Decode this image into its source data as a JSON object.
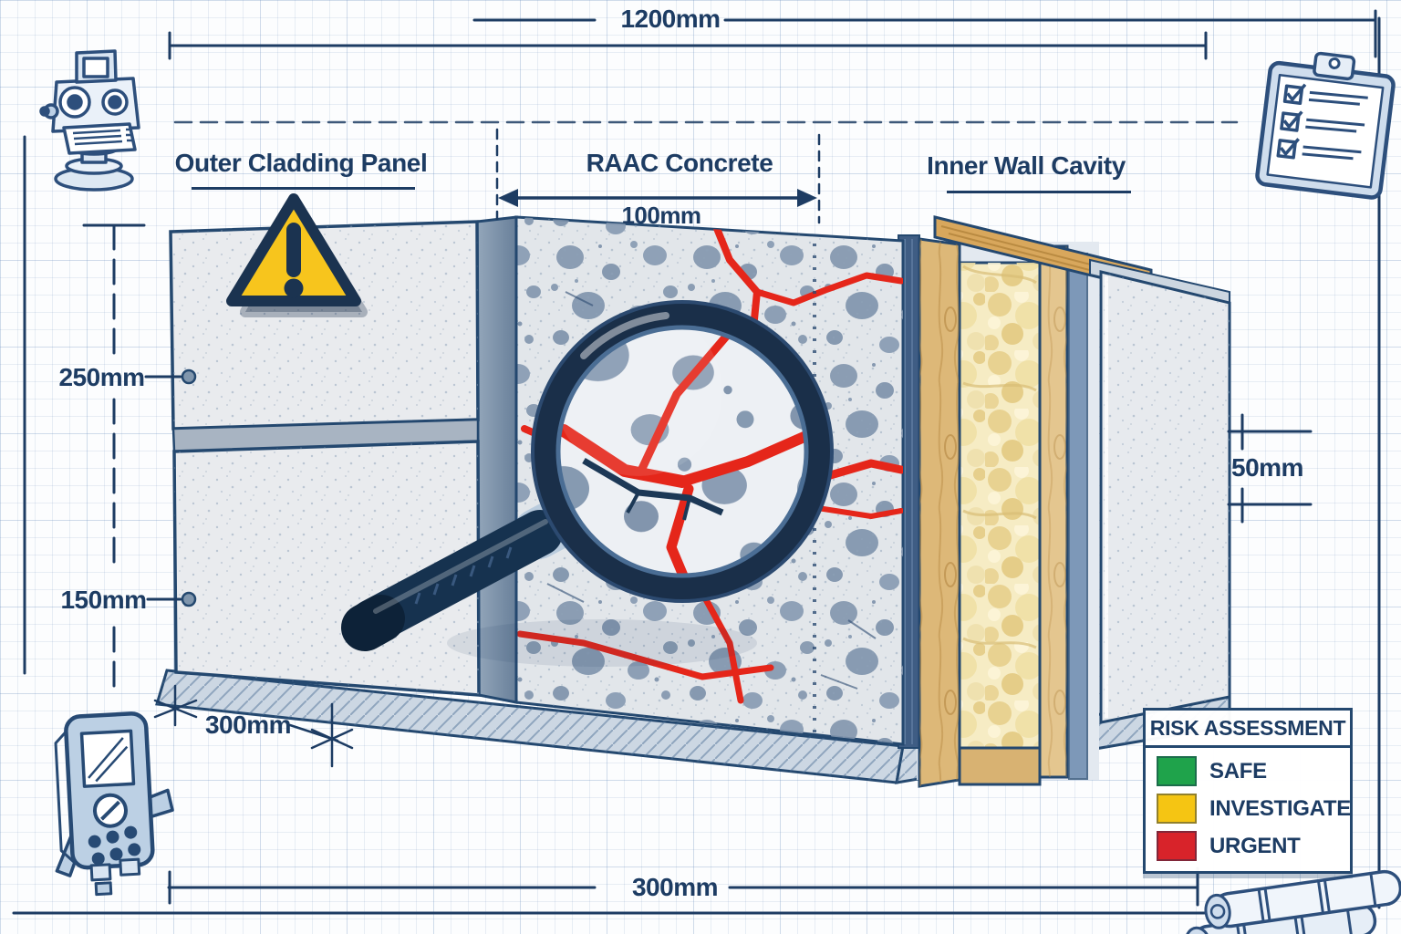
{
  "sections": {
    "outer_cladding": {
      "label": "Outer Cladding Panel"
    },
    "raac": {
      "label": "RAAC Concrete"
    },
    "inner_cavity": {
      "label": "Inner Wall Cavity"
    }
  },
  "dimensions": {
    "overall_width": "1200mm",
    "raac_thickness": "100mm",
    "panel_upper_height": "250mm",
    "panel_lower_height": "150mm",
    "cavity_gap": "50mm",
    "base_depth": "300mm",
    "bottom_width": "300mm"
  },
  "legend": {
    "title": "RISK ASSESSMENT",
    "items": [
      {
        "label": "SAFE",
        "color": "#1fa34b"
      },
      {
        "label": "INVESTIGATE",
        "color": "#f5c513"
      },
      {
        "label": "URGENT",
        "color": "#d8232a"
      }
    ]
  },
  "icons": {
    "warning": "warning-triangle-icon",
    "magnifier": "magnifying-glass-icon",
    "theodolite": "theodolite-sketch-icon",
    "clipboard": "clipboard-checklist-icon",
    "laser_measure": "laser-measure-icon",
    "drawing_rolls": "blueprint-rolls-icon"
  },
  "colors": {
    "ink": "#1d3c63",
    "crack_highlight": "#e5261a",
    "warning_yellow": "#f7c51d"
  }
}
